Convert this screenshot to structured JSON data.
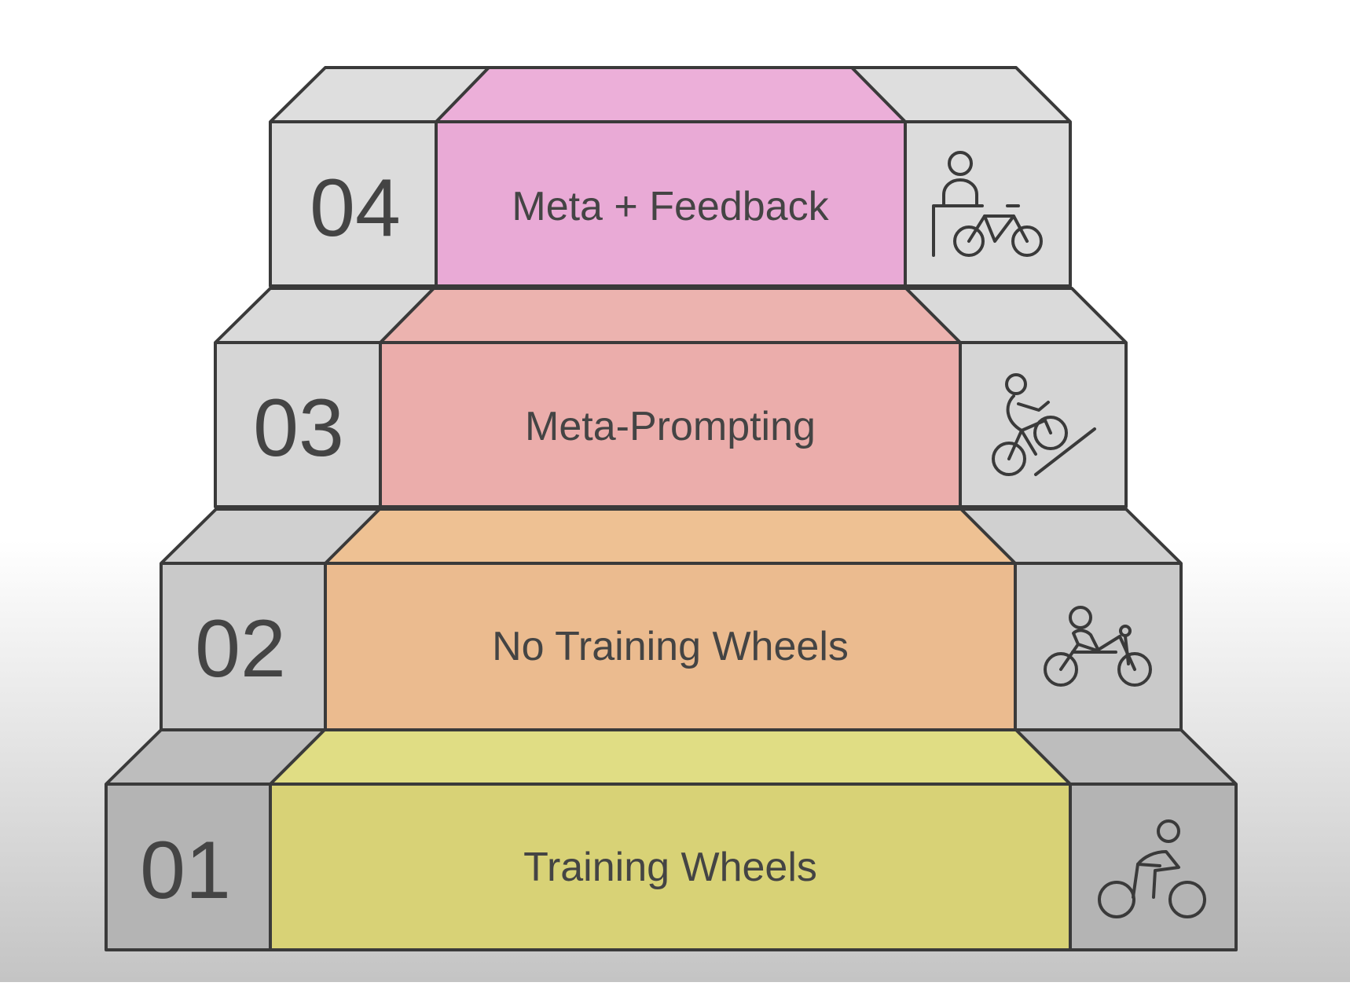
{
  "steps": [
    {
      "number": "01",
      "label": "Training Wheels",
      "icon": "cyclist-icon",
      "center_color": "#d8d276",
      "center_top_color": "#e0dd84",
      "side_color": "#b4b4b4",
      "side_top_color": "#bdbdbd"
    },
    {
      "number": "02",
      "label": "No Training Wheels",
      "icon": "bike-with-helper-icon",
      "center_color": "#ebbb8f",
      "center_top_color": "#eec193",
      "side_color": "#c9c9c9",
      "side_top_color": "#d0d0d0"
    },
    {
      "number": "03",
      "label": "Meta-Prompting",
      "icon": "uphill-cyclist-icon",
      "center_color": "#ebadab",
      "center_top_color": "#ecb3af",
      "side_color": "#d6d6d6",
      "side_top_color": "#dadada"
    },
    {
      "number": "04",
      "label": "Meta + Feedback",
      "icon": "coach-and-bike-icon",
      "center_color": "#e9aad6",
      "center_top_color": "#ecafd9",
      "side_color": "#dcdcdc",
      "side_top_color": "#dedede"
    }
  ],
  "colors": {
    "background_top": "#ffffff",
    "background_bottom": "#c4c4c4",
    "outline": "#3a3a3a",
    "text": "#444444"
  }
}
